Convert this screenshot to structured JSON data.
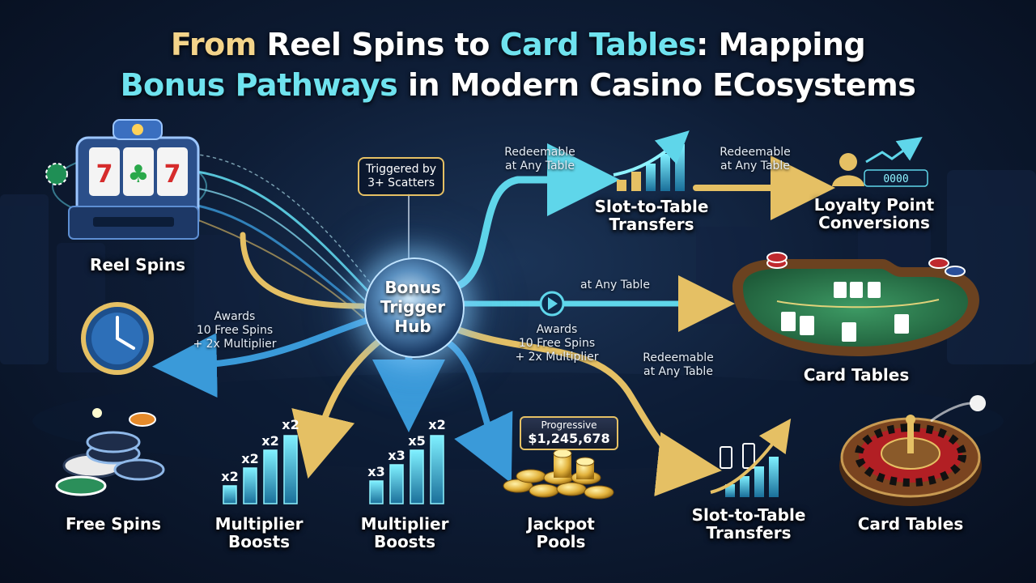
{
  "title": {
    "line1_a": "From",
    "line1_b": " Reel Spins to ",
    "line1_c": "Card Tables",
    "line1_d": ": Mapping",
    "line2_a": "Bonus Pathways",
    "line2_b": " in Modern Casino ECosystems"
  },
  "hub": {
    "line1": "Bonus",
    "line2": "Trigger",
    "line3": "Hub"
  },
  "trigger_note": {
    "line1": "Triggered by",
    "line2": "3+ Scatters"
  },
  "nodes": {
    "reel_spins": "Reel Spins",
    "free_spins": "Free Spins",
    "multiplier_1": {
      "line1": "Multiplier",
      "line2": "Boosts"
    },
    "multiplier_2": {
      "line1": "Multiplier",
      "line2": "Boosts"
    },
    "jackpot": {
      "line1": "Jackpot",
      "line2": "Pools"
    },
    "transfers_top": {
      "line1": "Slot-to-Table",
      "line2": "Transfers"
    },
    "transfers_bottom": {
      "line1": "Slot-to-Table",
      "line2": "Transfers"
    },
    "loyalty": {
      "line1": "Loyalty Point",
      "line2": "Conversions"
    },
    "card_tables_1": "Card Tables",
    "card_tables_2": "Card Tables"
  },
  "notes": {
    "redeem_1": {
      "line1": "Redeemable",
      "line2": "at Any Table"
    },
    "redeem_2": {
      "line1": "Redeemable",
      "line2": "at Any Table"
    },
    "redeem_3": {
      "line1": "Redeemable",
      "line2": "at Any Table"
    },
    "any_table": "at Any Table",
    "awards_left": {
      "line1": "Awards",
      "line2": "10 Free Spins",
      "line3": "+ 2x Multiplier"
    },
    "awards_right": {
      "line1": "Awards",
      "line2": "10 Free Spins",
      "line3": "+ 2x Multiplier"
    }
  },
  "jackpot_badge": {
    "label": "Progressive",
    "amount": "$1,245,678"
  },
  "multiplier_chart_1": {
    "labels": [
      "x2",
      "x2",
      "x2",
      "x2"
    ]
  },
  "multiplier_chart_2": {
    "labels": [
      "x3",
      "x3",
      "x5",
      "x2"
    ]
  },
  "colors": {
    "gold": "#e5c064",
    "cyan": "#5fd6ea",
    "blue": "#3a9ad9",
    "felt": "#2d7a4f"
  }
}
